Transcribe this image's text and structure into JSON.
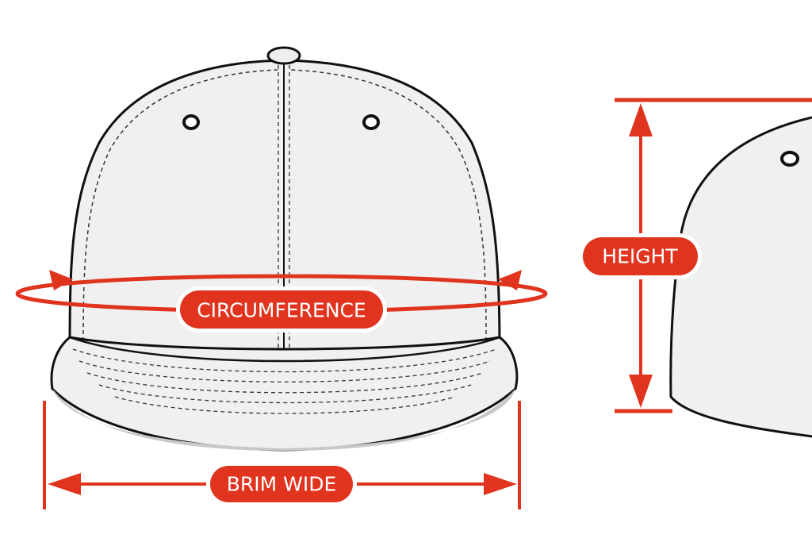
{
  "labels": {
    "circumference": "CIRCUMFERENCE",
    "height": "HEIGHT",
    "brim_wide": "BRIM WIDE"
  },
  "colors": {
    "accent": "#e0341f",
    "cap_fill": "#f0f0f0",
    "outline": "#111111"
  }
}
